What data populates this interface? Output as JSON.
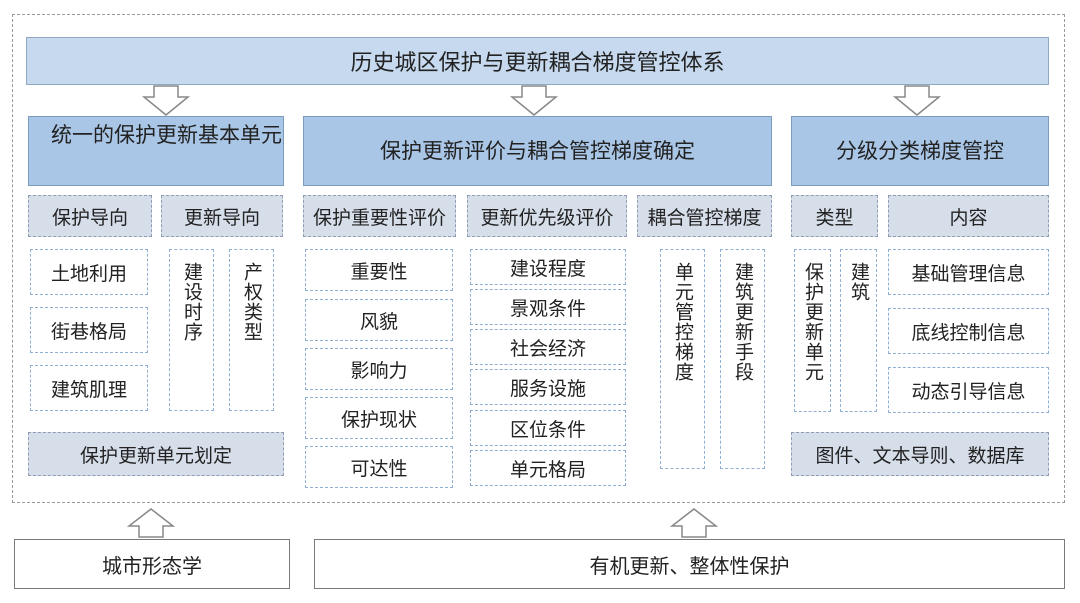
{
  "top_title": "历史城区保护与更新耦合梯度管控体系",
  "col1": {
    "header": "统一的保护更新基本单元",
    "guide_a": "保护导向",
    "guide_b": "更新导向",
    "items": [
      "土地利用",
      "街巷格局",
      "建筑肌理"
    ],
    "vert_a": "建设时序",
    "vert_b": "产权类型",
    "footer": "保护更新单元划定"
  },
  "col2": {
    "header": "保护更新评价与耦合管控梯度确定",
    "sub_a": "保护重要性评价",
    "sub_b": "更新优先级评价",
    "sub_c": "耦合管控梯度",
    "items_a": [
      "重要性",
      "风貌",
      "影响力",
      "保护现状",
      "可达性"
    ],
    "items_b": [
      "建设程度",
      "景观条件",
      "社会经济",
      "服务设施",
      "区位条件",
      "单元格局"
    ],
    "vert_a": "单元管控梯度",
    "vert_b": "建筑更新手段"
  },
  "col3": {
    "header": "分级分类梯度管控",
    "sub_a": "类型",
    "sub_b": "内容",
    "vert_a": "保护更新单元",
    "vert_b": "建筑",
    "items": [
      "基础管理信息",
      "底线控制信息",
      "动态引导信息"
    ],
    "footer": "图件、文本导则、数据库"
  },
  "bottom": {
    "left": "城市形态学",
    "right": "有机更新、整体性保护"
  }
}
